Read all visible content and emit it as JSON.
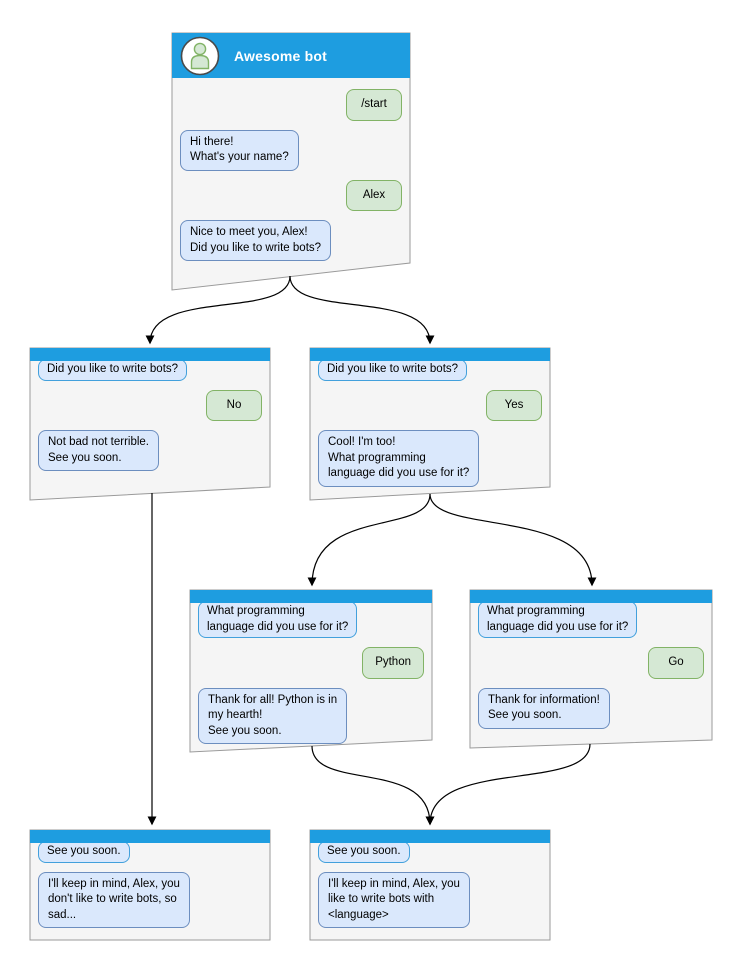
{
  "colors": {
    "header_blue": "#1E9DE0",
    "window_bg": "#F5F5F5",
    "window_border": "#9A9A9A",
    "bot_bubble_bg": "#DAE8FC",
    "bot_bubble_border": "#6C8EBF",
    "user_bubble_bg": "#D5E8D4",
    "user_bubble_border": "#82B366",
    "context_bubble_border": "#42A0DC",
    "arrow": "#000000",
    "avatar_stroke": "#82B366",
    "avatar_fill": "#D5E8D4"
  },
  "windows": [
    {
      "title": "Awesome bot",
      "messages": [
        {
          "side": "user",
          "text": "/start"
        },
        {
          "side": "bot",
          "text": "Hi there!\nWhat's your name?"
        },
        {
          "side": "user",
          "text": "Alex"
        },
        {
          "side": "bot",
          "text": "Nice to meet you, Alex!\nDid you like to write bots?"
        }
      ]
    },
    {
      "messages": [
        {
          "side": "context",
          "text": "Did you like to write bots?"
        },
        {
          "side": "user",
          "text": "No"
        },
        {
          "side": "bot",
          "text": "Not bad not terrible.\nSee you soon."
        }
      ]
    },
    {
      "messages": [
        {
          "side": "context",
          "text": "Did you like to write bots?"
        },
        {
          "side": "user",
          "text": "Yes"
        },
        {
          "side": "bot",
          "text": "Cool! I'm too!\nWhat programming\nlanguage did you use for it?"
        }
      ]
    },
    {
      "messages": [
        {
          "side": "context",
          "text": "What programming\nlanguage did you use for it?"
        },
        {
          "side": "user",
          "text": "Python"
        },
        {
          "side": "bot",
          "text": "Thank for all! Python is in\nmy hearth!\nSee you soon."
        }
      ]
    },
    {
      "messages": [
        {
          "side": "context",
          "text": "What programming\nlanguage did you use for it?"
        },
        {
          "side": "user",
          "text": "Go"
        },
        {
          "side": "bot",
          "text": "Thank for information!\nSee you soon."
        }
      ]
    },
    {
      "messages": [
        {
          "side": "context",
          "text": "See you soon."
        },
        {
          "side": "bot",
          "text": "I'll keep in mind, Alex, you\ndon't like to write bots, so\nsad..."
        }
      ]
    },
    {
      "messages": [
        {
          "side": "context",
          "text": "See you soon."
        },
        {
          "side": "bot",
          "text": "I'll keep in mind, Alex, you\nlike to write bots with\n<language>"
        }
      ]
    }
  ]
}
